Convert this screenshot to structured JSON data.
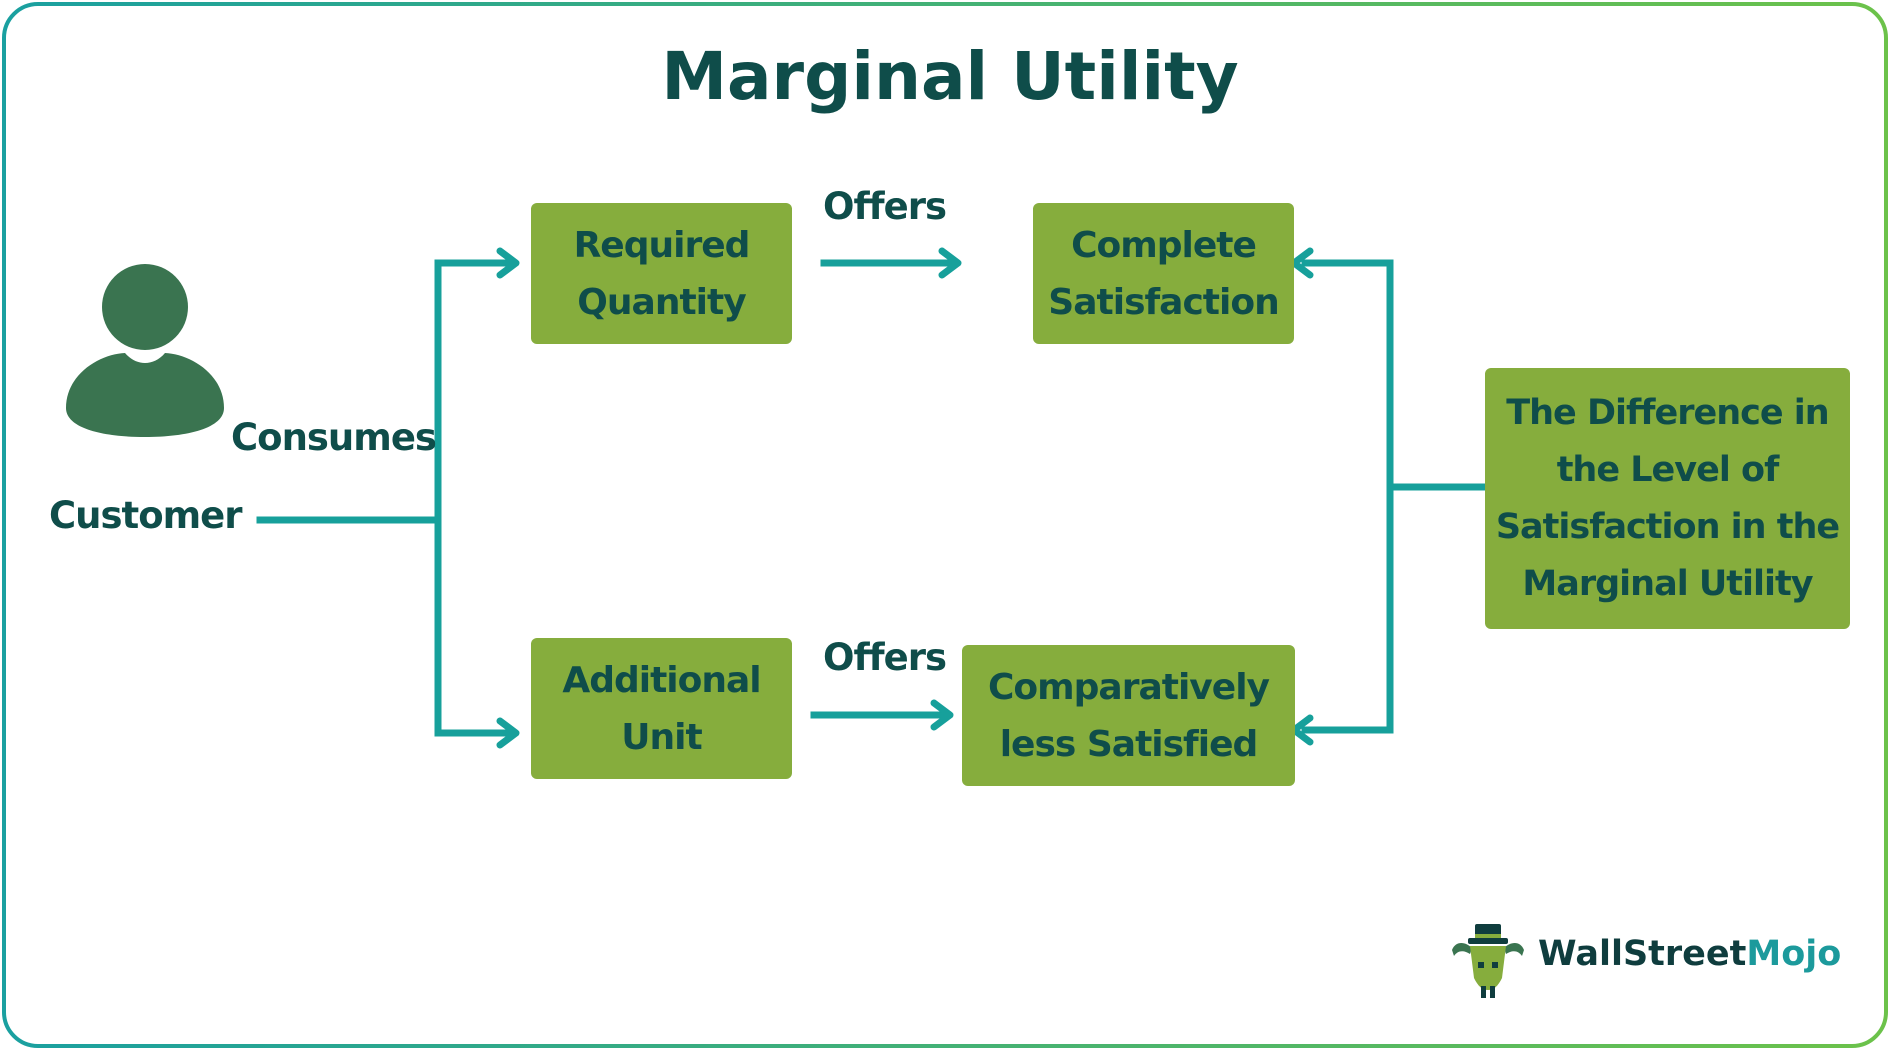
{
  "title": "Marginal Utility",
  "customer_label": "Customer",
  "consumes_label": "Consumes",
  "offers_top_label": "Offers",
  "offers_bottom_label": "Offers",
  "boxes": {
    "required_quantity": [
      "Required",
      "Quantity"
    ],
    "complete_satisfaction": [
      "Complete",
      "Satisfaction"
    ],
    "additional_unit": [
      "Additional",
      "Unit"
    ],
    "comparatively_less_satisfied": [
      "Comparatively",
      "less Satisfied"
    ],
    "difference": [
      "The Difference in",
      "the Level of",
      "Satisfaction in the",
      "Marginal Utility"
    ]
  },
  "logo": {
    "part1": "WallStreet",
    "part2": "Mojo",
    "icon": "bull-mascot-icon"
  },
  "colors": {
    "box_fill": "#86ad3d",
    "text_dark": "#0f4d4a",
    "connector": "#17a09b",
    "person": "#3a7450",
    "border_start": "#1aa0a0",
    "border_end": "#6cc24a"
  }
}
